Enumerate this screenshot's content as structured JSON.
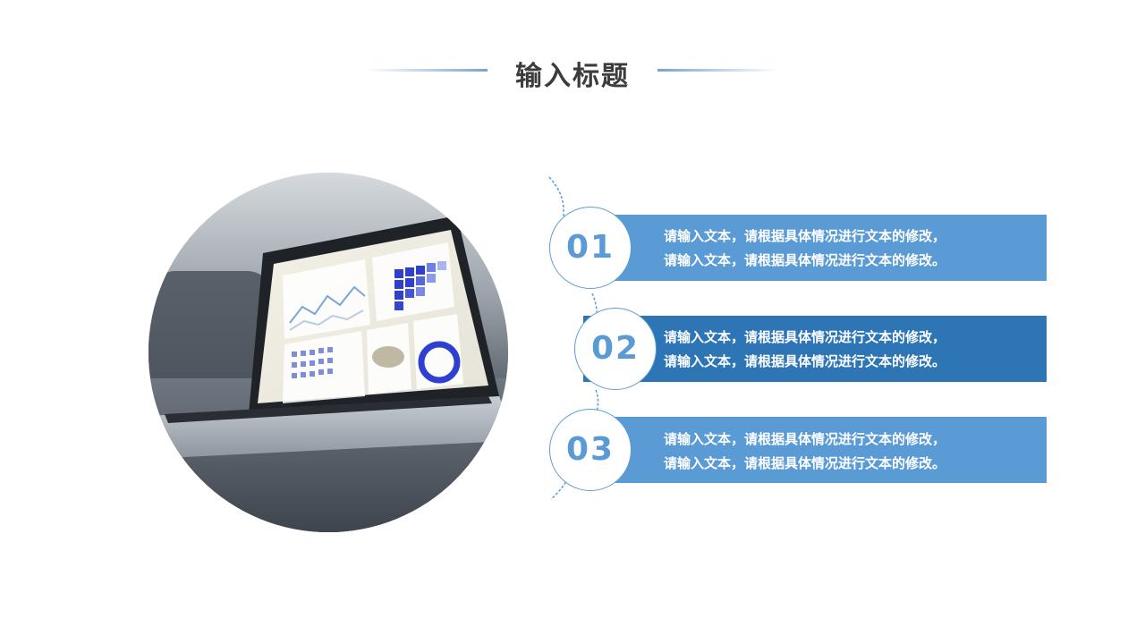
{
  "slide": {
    "title": "输入标题"
  },
  "items": [
    {
      "number": "01",
      "line1": "请输入文本，请根据具体情况进行文本的修改，",
      "line2": "请输入文本，请根据具体情况进行文本的修改。"
    },
    {
      "number": "02",
      "line1": "请输入文本，请根据具体情况进行文本的修改，",
      "line2": "请输入文本，请根据具体情况进行文本的修改。"
    },
    {
      "number": "03",
      "line1": "请输入文本，请根据具体情况进行文本的修改，",
      "line2": "请输入文本，请根据具体情况进行文本的修改。"
    }
  ],
  "colors": {
    "accent_light": "#5b9bd5",
    "accent_dark": "#2e75b6",
    "title": "#3c3c3c"
  },
  "icons": {
    "photo": "laptop-dashboard-photo"
  }
}
